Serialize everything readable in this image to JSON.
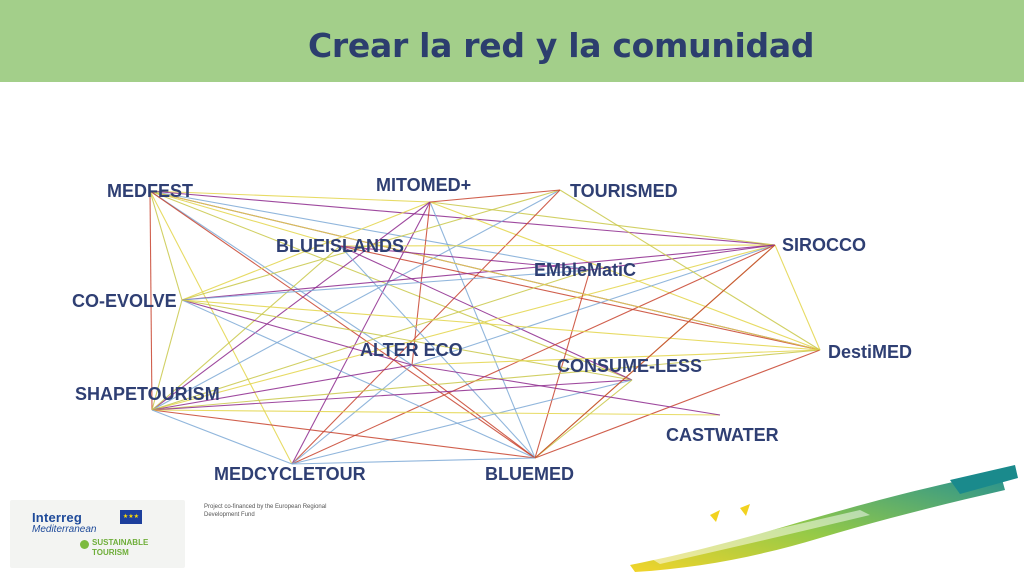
{
  "header": {
    "title": "Crear la red y la comunidad",
    "bg_color": "#a3cf8a",
    "title_color": "#2c3e6e"
  },
  "network": {
    "nodes": [
      {
        "id": "medfest",
        "label": "MEDFEST"
      },
      {
        "id": "mitomed",
        "label": "MITOMED+"
      },
      {
        "id": "tourismed",
        "label": "TOURISMED"
      },
      {
        "id": "blueislands",
        "label": "BLUEISLANDS"
      },
      {
        "id": "sirocco",
        "label": "SIROCCO"
      },
      {
        "id": "emblematic",
        "label": "EMbleMatiC"
      },
      {
        "id": "coevolve",
        "label": "CO-EVOLVE"
      },
      {
        "id": "altereco",
        "label": "ALTER ECO"
      },
      {
        "id": "destimed",
        "label": "DestiMED"
      },
      {
        "id": "consumeless",
        "label": "CONSUME-LESS"
      },
      {
        "id": "shapetourism",
        "label": "SHAPETOURISM"
      },
      {
        "id": "castwater",
        "label": "CASTWATER"
      },
      {
        "id": "medcycletour",
        "label": "MEDCYCLETOUR"
      },
      {
        "id": "bluemed",
        "label": "BLUEMED"
      }
    ],
    "edge_colors": [
      "#e3d54a",
      "#8e2a8e",
      "#7eaad6",
      "#c9c84a",
      "#c8442e"
    ]
  },
  "footer": {
    "logo_interreg": "Interreg",
    "logo_mediterranean": "Mediterranean",
    "logo_sustainable": "SUSTAINABLE",
    "logo_tourism": "TOURISM",
    "cofinanced_text": "Project co-financed by the European Regional Development Fund"
  }
}
